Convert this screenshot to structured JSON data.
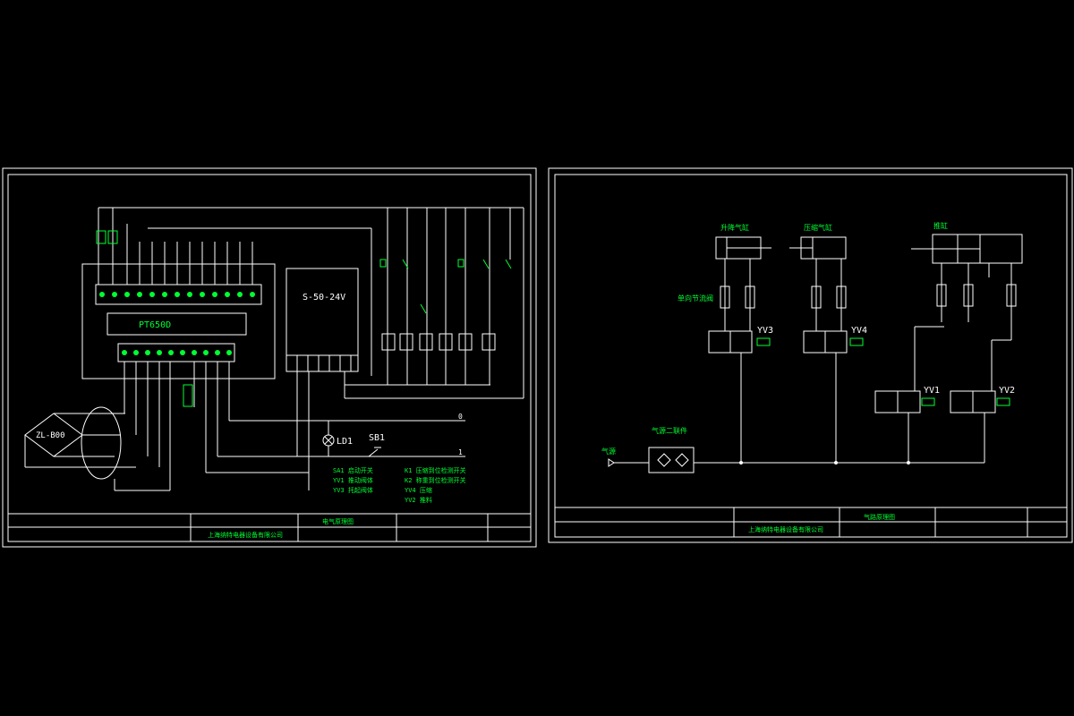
{
  "colors": {
    "background": "#000000",
    "line": "#ffffff",
    "text": "#00ff33"
  },
  "left_sheet": {
    "controller_label": "PT650D",
    "power_supply_label": "S-50-24V",
    "sensor_label": "ZL-B00",
    "lamp_label": "LD1",
    "button_label": "SB1",
    "legend": [
      {
        "code": "SA1",
        "text": "启动开关"
      },
      {
        "code": "YV1",
        "text": "推动阀体"
      },
      {
        "code": "YV3",
        "text": "托起阀体"
      },
      {
        "code": "K1",
        "text": "压缩到位检测开关"
      },
      {
        "code": "K2",
        "text": "称重到位检测开关"
      },
      {
        "code": "YV4",
        "text": "压缩"
      },
      {
        "code": "YV2",
        "text": "推料"
      }
    ],
    "terminal_labels": [
      "0",
      "1"
    ],
    "title_block": {
      "company": "上海纳特电器设备有限公司",
      "drawing_name": "电气原理图"
    }
  },
  "right_sheet": {
    "cylinder_labels": [
      "升降气缸",
      "压缩气缸",
      "推缸"
    ],
    "check_valve_label": "单向节流阀",
    "valve_labels": [
      "YV3",
      "YV4",
      "YV1",
      "YV2"
    ],
    "frl_label": "气源二联件",
    "air_source_label": "气源",
    "title_block": {
      "company": "上海纳特电器设备有限公司",
      "drawing_name": "气路原理图"
    }
  }
}
